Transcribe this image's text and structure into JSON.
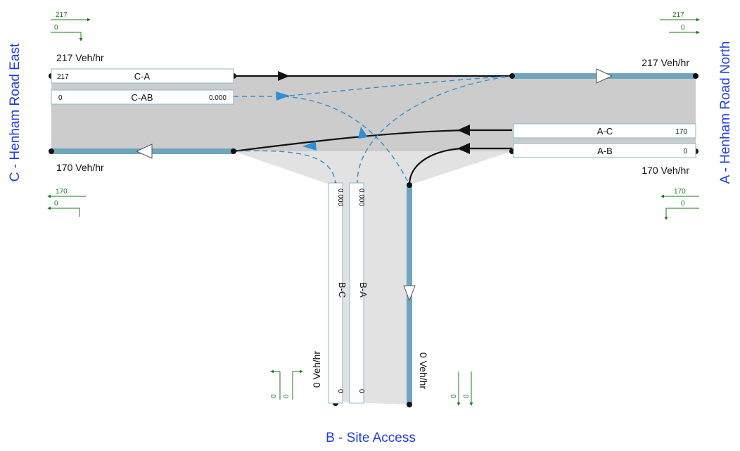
{
  "arms": {
    "c_name": "C - Henham Road East",
    "a_name": "A - Henham Road North",
    "b_name": "B - Site Access"
  },
  "flows": {
    "c_entry": "217 Veh/hr",
    "a_exit": "217 Veh/hr",
    "c_exit": "170 Veh/hr",
    "a_entry": "170 Veh/hr",
    "b_entry": "0 Veh/hr",
    "b_exit": "0 Veh/hr"
  },
  "boxes": {
    "ca": {
      "name": "C-A",
      "left": "217"
    },
    "cab": {
      "name": "C-AB",
      "left": "0",
      "right": "0.000"
    },
    "ac": {
      "name": "A-C",
      "right": "170"
    },
    "ab": {
      "name": "A-B",
      "right": "0"
    },
    "bc": {
      "name": "B-C",
      "top": "0.000",
      "bottom": "0"
    },
    "ba": {
      "name": "B-A",
      "top": "0.000",
      "bottom": "0"
    }
  },
  "mini": {
    "c_top_1": "217",
    "c_top_2": "0",
    "a_top_1": "217",
    "a_top_2": "0",
    "c_bot_1": "170",
    "c_bot_2": "0",
    "a_bot_1": "170",
    "a_bot_2": "0",
    "b_left_1": "0",
    "b_left_2": "0",
    "b_right_1": "0",
    "b_right_2": "0"
  },
  "colors": {
    "road": "#cccccc",
    "approach": "#e2e2e2",
    "lane": "#6fa6be",
    "dashed": "#2f8fd0",
    "arm_label": "#1f3fdc",
    "mini": "#1e7a1e"
  }
}
